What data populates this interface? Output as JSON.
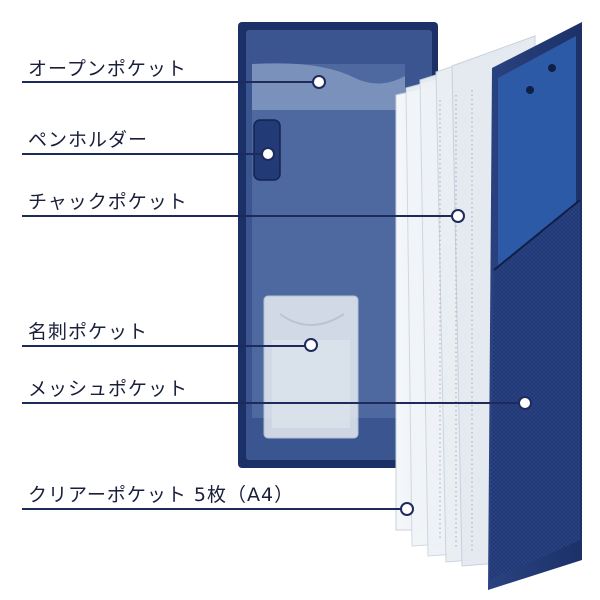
{
  "colors": {
    "navy": "#1f3466",
    "navy_dark": "#15264d",
    "leader_line": "#1f2a5c",
    "sheet": "#eef2f6",
    "text": "#1a1f3a"
  },
  "callouts": [
    {
      "id": "open-pocket",
      "label": "オープンポケット"
    },
    {
      "id": "pen-holder",
      "label": "ペンホルダー"
    },
    {
      "id": "zipper-pocket",
      "label": "チャックポケット"
    },
    {
      "id": "card-pocket",
      "label": "名刺ポケット"
    },
    {
      "id": "mesh-pocket",
      "label": "メッシュポケット"
    },
    {
      "id": "clear-pocket",
      "label": "クリアーポケット 5枚（A4）"
    }
  ]
}
